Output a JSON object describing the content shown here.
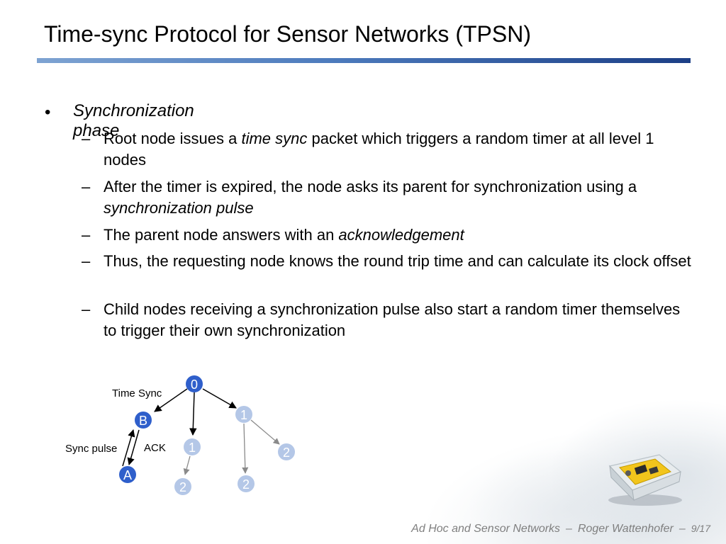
{
  "slide": {
    "title": "Time-sync Protocol for Sensor Networks (TPSN)",
    "bullet": "•",
    "heading": "Synchronization phase",
    "dash": "–",
    "items": [
      {
        "pre": "Root node issues a ",
        "em": "time sync",
        "post": " packet which triggers a random timer at all level 1 nodes"
      },
      {
        "pre": "After the timer is expired, the node asks its parent for synchronization using a ",
        "em": "synchronization pulse",
        "post": ""
      },
      {
        "pre": "The parent node answers with an ",
        "em": "acknowledgement",
        "post": ""
      },
      {
        "pre": "Thus, the requesting node knows the round trip time and can calculate its clock offset",
        "em": "",
        "post": ""
      },
      {
        "pre": "Child nodes receiving a synchronization pulse also start a random timer themselves to trigger their own synchronization",
        "em": "",
        "post": ""
      }
    ]
  },
  "diagram": {
    "labels": {
      "time_sync": "Time Sync",
      "sync_pulse": "Sync pulse",
      "ack": "ACK"
    },
    "nodes": {
      "root": "0",
      "b": "B",
      "a": "A",
      "level1_right": "1",
      "level1_mid": "1",
      "level2_right": "2",
      "level2_bottom_right": "2",
      "level2_bottom_left": "2"
    },
    "colors": {
      "active": "#2f5fcb",
      "inactive": "#b4c7e7"
    }
  },
  "footer": {
    "course": "Ad Hoc and Sensor Networks",
    "separator": "–",
    "author": "Roger Wattenhofer",
    "page": "9/17"
  }
}
